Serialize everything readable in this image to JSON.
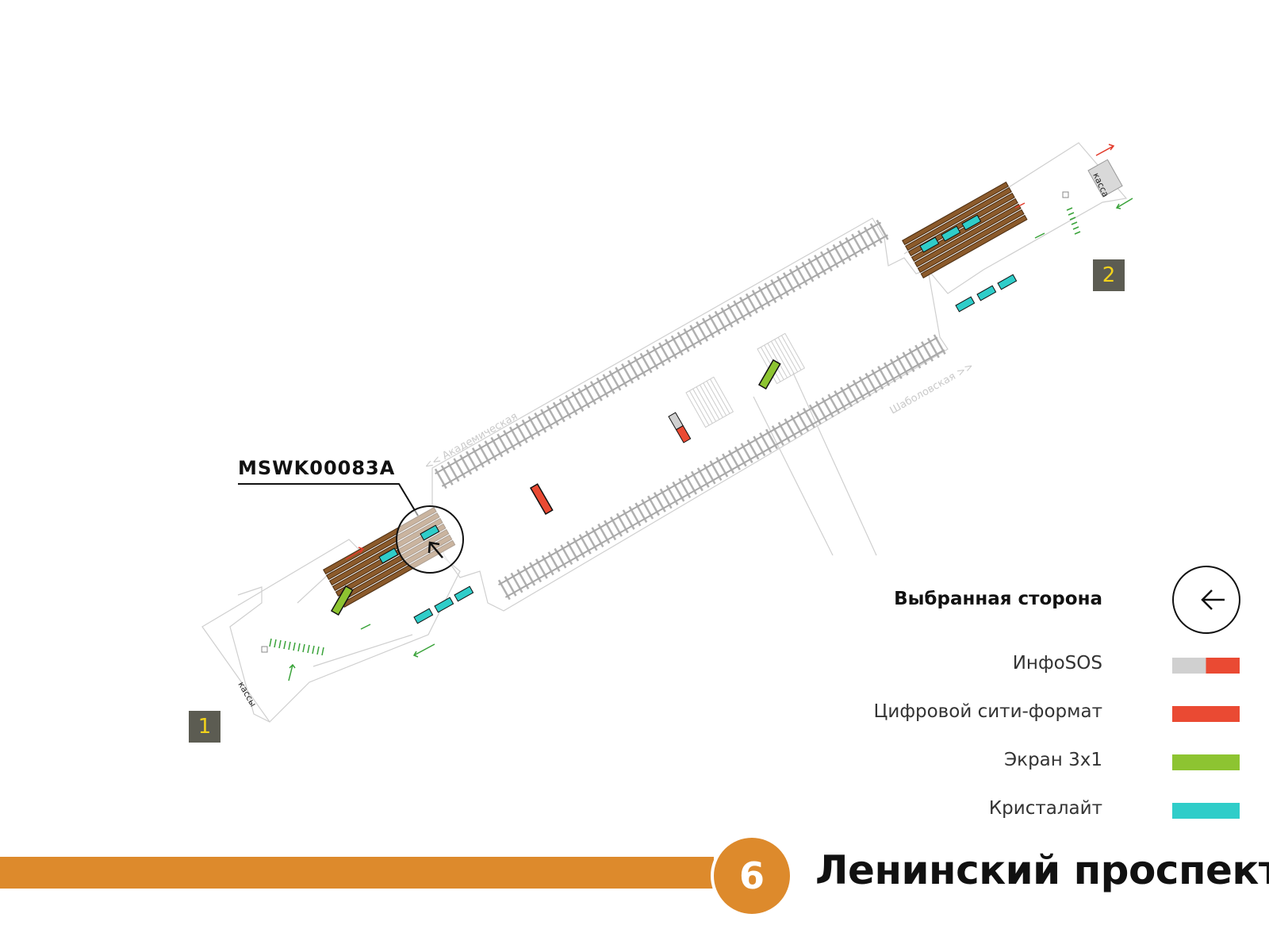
{
  "map": {
    "label_academ": "<< Академическая",
    "label_shabol": "Шаболовская >>",
    "kassy_label": "кассы",
    "kassa_label": "касса",
    "device_code": "MSWK00083A",
    "exits": [
      {
        "number": "1"
      },
      {
        "number": "2"
      }
    ]
  },
  "legend": {
    "selected_side": "Выбранная сторона",
    "items": [
      {
        "label": "ИнфоSOS",
        "colors": [
          "#d0d0d0",
          "#ea4a33"
        ]
      },
      {
        "label": "Цифровой сити-формат",
        "colors": [
          "#ea4a33"
        ]
      },
      {
        "label": "Экран 3x1",
        "colors": [
          "#8dc431"
        ]
      },
      {
        "label": "Кристалайт",
        "colors": [
          "#2fcdc9"
        ]
      }
    ]
  },
  "footer": {
    "line_number": "6",
    "line_color": "#dd8a2c",
    "station_name": "Ленинский проспект"
  }
}
